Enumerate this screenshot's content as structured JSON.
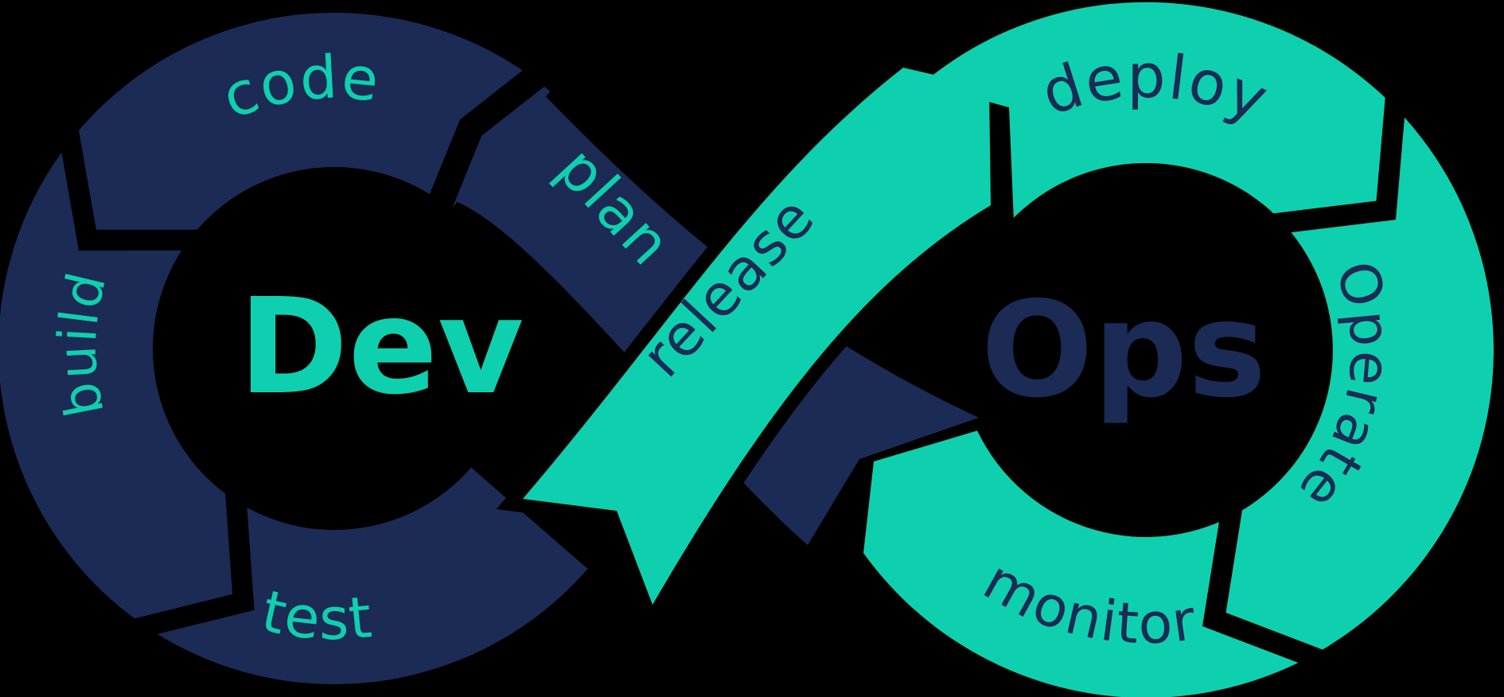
{
  "colors": {
    "navy": "#1B2B55",
    "teal": "#0FD0AE",
    "background": "#000000"
  },
  "infinity_loop": {
    "dev": {
      "label": "Dev",
      "stages": {
        "plan": "plan",
        "code": "code",
        "build": "build",
        "test": "test"
      }
    },
    "ops": {
      "label": "Ops",
      "stages": {
        "release": "release",
        "deploy": "deploy",
        "operate": "Operate",
        "monitor": "monitor"
      }
    }
  }
}
